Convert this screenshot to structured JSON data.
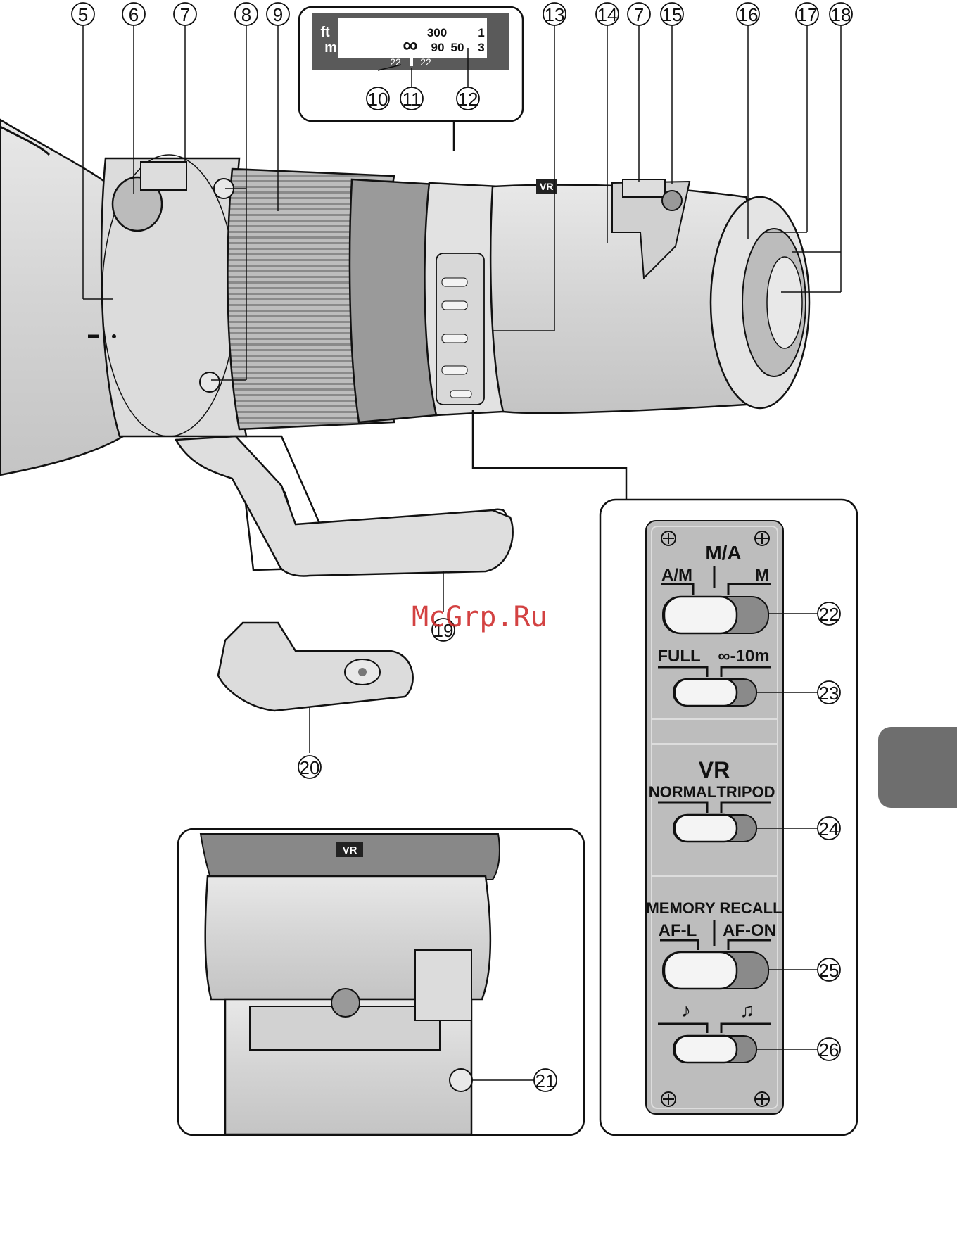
{
  "callouts": [
    {
      "id": "c5",
      "text": "5"
    },
    {
      "id": "c6",
      "text": "6"
    },
    {
      "id": "c7a",
      "text": "7"
    },
    {
      "id": "c8",
      "text": "8"
    },
    {
      "id": "c9",
      "text": "9"
    },
    {
      "id": "c10",
      "text": "10"
    },
    {
      "id": "c11",
      "text": "11"
    },
    {
      "id": "c12",
      "text": "12"
    },
    {
      "id": "c13",
      "text": "13"
    },
    {
      "id": "c14",
      "text": "14"
    },
    {
      "id": "c7b",
      "text": "7"
    },
    {
      "id": "c15",
      "text": "15"
    },
    {
      "id": "c16",
      "text": "16"
    },
    {
      "id": "c17",
      "text": "17"
    },
    {
      "id": "c18",
      "text": "18"
    },
    {
      "id": "c19",
      "text": "19"
    },
    {
      "id": "c20",
      "text": "20"
    },
    {
      "id": "c21",
      "text": "21"
    },
    {
      "id": "c22",
      "text": "22"
    },
    {
      "id": "c23",
      "text": "23"
    },
    {
      "id": "c24",
      "text": "24"
    },
    {
      "id": "c25",
      "text": "25"
    },
    {
      "id": "c26",
      "text": "26"
    }
  ],
  "distance_scale": {
    "unit_ft": "ft",
    "unit_m": "m",
    "ft_value": "300",
    "ft_edge": "1",
    "m_inf": "∞",
    "m_90": "90",
    "m_50": "50",
    "m_edge": "3",
    "dof_left": "22",
    "dof_right": "22"
  },
  "switch_panel": {
    "focus_mode": {
      "top": "M/A",
      "left": "A/M",
      "right": "M"
    },
    "limit": {
      "left": "FULL",
      "right": "∞-10m"
    },
    "vr": {
      "title": "VR",
      "left": "NORMAL",
      "right": "TRIPOD"
    },
    "memory": {
      "title": "MEMORY RECALL",
      "left": "AF-L",
      "right": "AF-ON"
    },
    "beep": {
      "left": "♪",
      "right": "♫"
    }
  },
  "inset_vr_label": "VR",
  "barrel_vr_label": "VR",
  "watermark": "McGrp.Ru"
}
